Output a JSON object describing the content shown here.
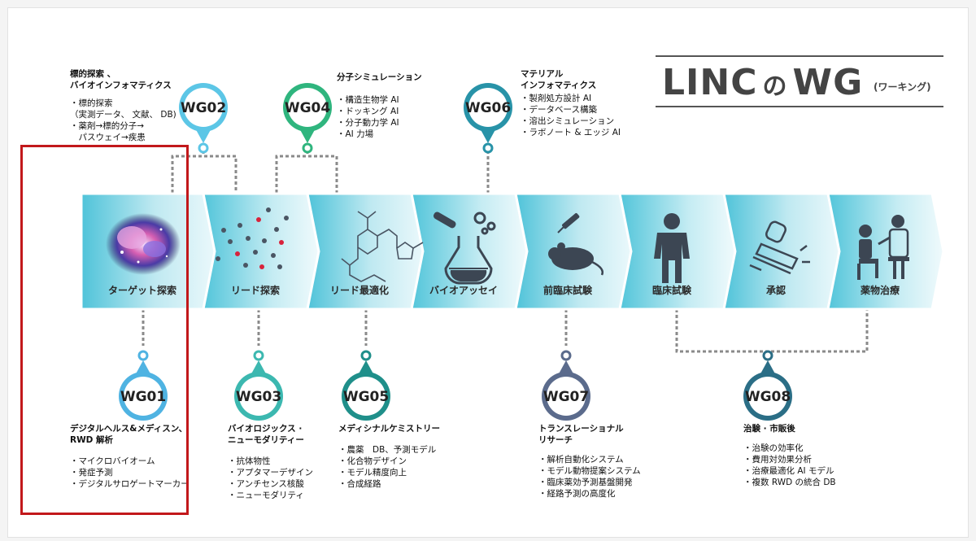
{
  "title": {
    "main_a": "LINC",
    "main_b": "の",
    "main_c": "WG",
    "sub": "(ワーキング)"
  },
  "stages": [
    {
      "label": "ターゲット探索",
      "icon": "nebula-icon"
    },
    {
      "label": "リード探索",
      "icon": "molecule-dots-icon"
    },
    {
      "label": "リード最適化",
      "icon": "chemical-structure-icon"
    },
    {
      "label": "バイオアッセイ",
      "icon": "flask-icon"
    },
    {
      "label": "前臨床試験",
      "icon": "mouse-syringe-icon"
    },
    {
      "label": "臨床試験",
      "icon": "person-icon"
    },
    {
      "label": "承認",
      "icon": "stamp-icon"
    },
    {
      "label": "薬物治療",
      "icon": "doctor-patient-icon"
    }
  ],
  "wgs": [
    {
      "id": "WG01",
      "heading": [
        "デジタルヘルス&メディスン、",
        "RWD 解析"
      ],
      "items": [
        "・マイクロバイオーム",
        "・発症予測",
        "・デジタルサロゲートマーカー"
      ],
      "color": "#4fb3e2"
    },
    {
      "id": "WG02",
      "heading": [
        "標的探索 、",
        "バイオインフォマティクス"
      ],
      "items": [
        "・標的探索",
        "（実測データ、 文献、 DB)",
        "・薬剤→標的分子→",
        "　パスウェイ→疾患"
      ],
      "color": "#5cc6e6"
    },
    {
      "id": "WG03",
      "heading": [
        "バイオロジックス ·",
        "ニューモダリティー"
      ],
      "items": [
        "・抗体物性",
        "・アプタマーデザイン",
        "・アンチセンス核酸",
        "・ニューモダリティ"
      ],
      "color": "#3cb8b0"
    },
    {
      "id": "WG04",
      "heading": [
        "分子シミュレーション"
      ],
      "items": [
        "・構造生物学 AI",
        "・ドッキング AI",
        "・分子動力学 AI",
        "・AI 力場"
      ],
      "color": "#2fb57e"
    },
    {
      "id": "WG05",
      "heading": [
        "メディシナルケミストリー"
      ],
      "items": [
        "・農薬　DB、予測モデル",
        "・化合物デザイン",
        "・モデル精度向上",
        "・合成経路"
      ],
      "color": "#1f8f8a"
    },
    {
      "id": "WG06",
      "heading": [
        "マテリアル",
        "インフォマティクス"
      ],
      "items": [
        "・製剤処方設計 AI",
        "・データベース構築",
        "・溶出シミュレーション",
        "・ラボノート & エッジ AI"
      ],
      "color": "#2893a8"
    },
    {
      "id": "WG07",
      "heading": [
        "トランスレーショナル",
        "リサーチ"
      ],
      "items": [
        "・解析自動化システム",
        "・モデル動物提案システム",
        "・臨床薬効予測基盤開発",
        "・経路予測の高度化"
      ],
      "color": "#5b6b8c"
    },
    {
      "id": "WG08",
      "heading": [
        "治験 · 市販後"
      ],
      "items": [
        "・治験の効率化",
        "・費用対効果分析",
        "・治療最適化 AI モデル",
        "・複数 RWD の統合 DB"
      ],
      "color": "#2b6e86"
    }
  ]
}
